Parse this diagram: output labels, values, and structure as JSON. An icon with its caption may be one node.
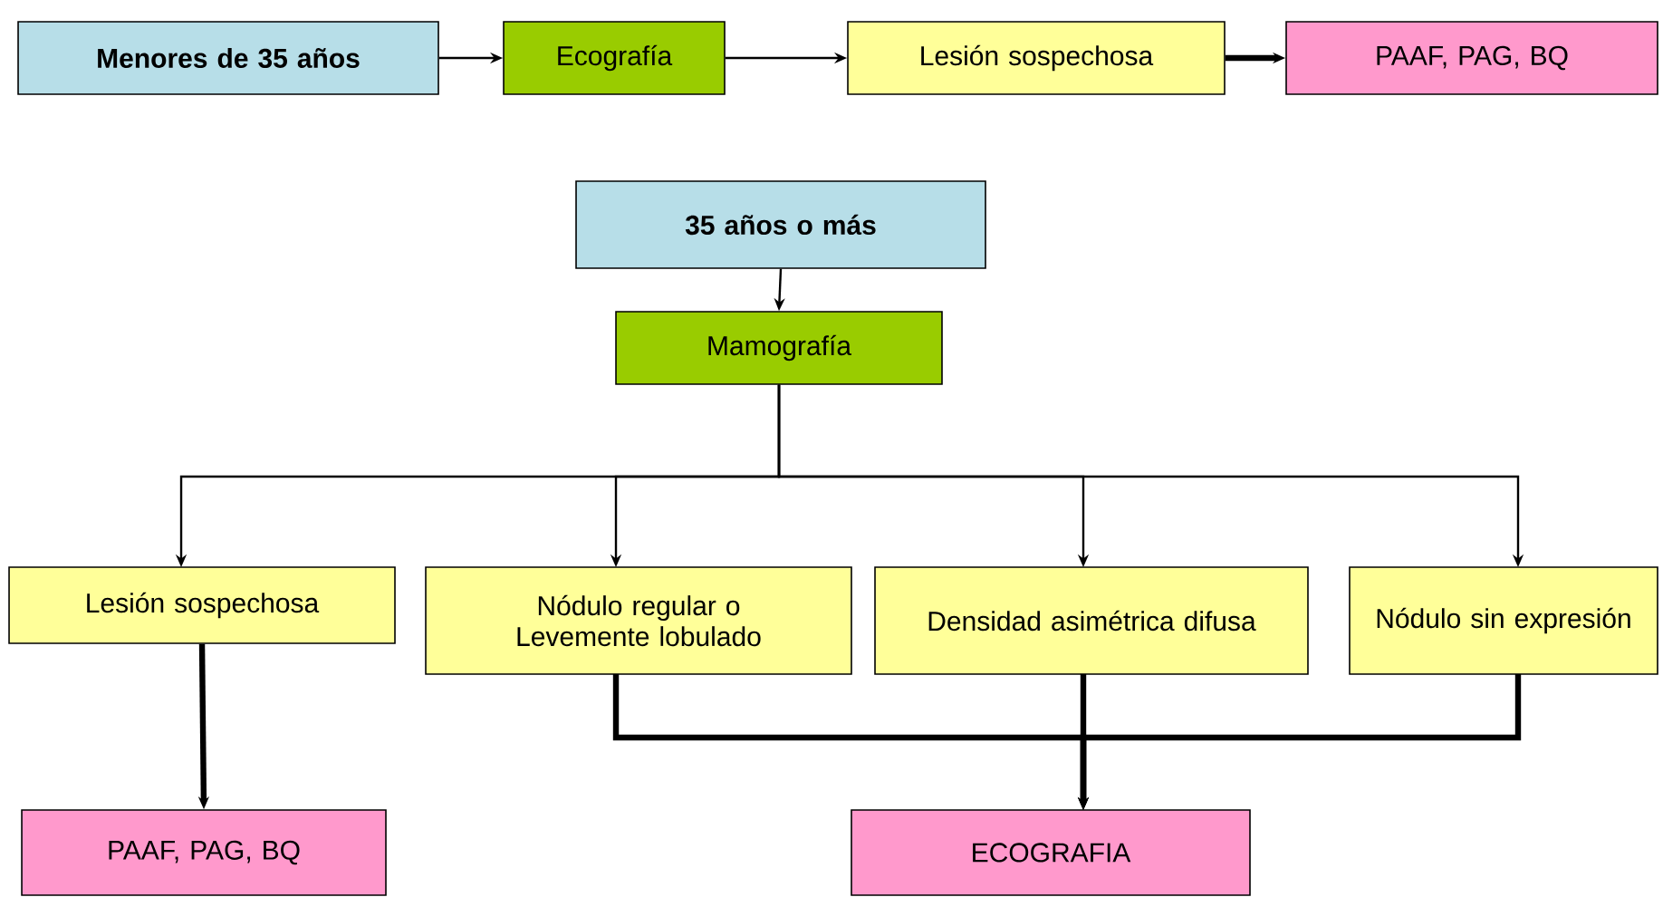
{
  "diagram": {
    "nodes": [
      {
        "text": [
          "Menores de 35 años"
        ]
      },
      {
        "text": [
          "Ecografía"
        ]
      },
      {
        "text": [
          "Lesión sospechosa"
        ]
      },
      {
        "text": [
          "PAAF, PAG, BQ"
        ]
      },
      {
        "text": [
          "35 años o más"
        ]
      },
      {
        "text": [
          "Mamografía"
        ]
      },
      {
        "text": [
          "Lesión sospechosa"
        ]
      },
      {
        "text": [
          "Nódulo regular o Levemente lobulado"
        ]
      },
      {
        "text": [
          "Densidad asimétrica difusa"
        ]
      },
      {
        "text": [
          "Nódulo sin expresión"
        ]
      },
      {
        "text": [
          "PAAF, PAG, BQ"
        ]
      },
      {
        "text": [
          "ECOGRAFIA"
        ]
      }
    ],
    "edges": [
      {
        "from": 0,
        "to": 1,
        "arrow": "to"
      },
      {
        "from": 1,
        "to": 2,
        "arrow": "to"
      },
      {
        "from": 2,
        "to": 3,
        "arrow": "to",
        "style": "thick"
      },
      {
        "from": 4,
        "to": 5,
        "arrow": "to"
      },
      {
        "from": 5,
        "to": 6,
        "arrow": "to"
      },
      {
        "from": 5,
        "to": 7,
        "arrow": "to"
      },
      {
        "from": 5,
        "to": 8,
        "arrow": "to"
      },
      {
        "from": 5,
        "to": 9,
        "arrow": "to"
      },
      {
        "from": 6,
        "to": 10,
        "arrow": "to",
        "style": "thick"
      },
      {
        "from": 7,
        "to": 11,
        "arrow": "to",
        "style": "thick"
      },
      {
        "from": 8,
        "to": 11,
        "arrow": "to",
        "style": "thick"
      },
      {
        "from": 9,
        "to": 11,
        "arrow": "to",
        "style": "thick"
      }
    ]
  }
}
